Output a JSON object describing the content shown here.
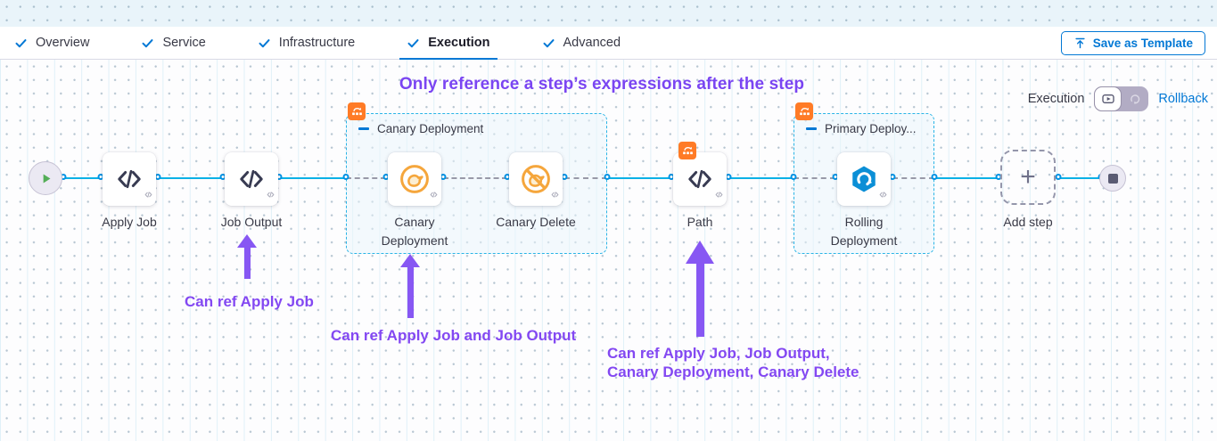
{
  "header": {
    "tabs": [
      {
        "label": "Overview"
      },
      {
        "label": "Service"
      },
      {
        "label": "Infrastructure"
      },
      {
        "label": "Execution",
        "active": true
      },
      {
        "label": "Advanced"
      }
    ],
    "save_as_template_label": "Save as Template"
  },
  "canvas": {
    "annotation_title": "Only reference a step’s expressions after the step",
    "mode": {
      "execution_label": "Execution",
      "rollback_label": "Rollback"
    },
    "groups": {
      "canary": {
        "label": "Canary Deployment"
      },
      "primary": {
        "label": "Primary Deploy..."
      }
    },
    "nodes": {
      "apply_job": {
        "label": "Apply Job",
        "icon": "code-icon"
      },
      "job_output": {
        "label": "Job Output",
        "icon": "code-icon"
      },
      "canary_deployment": {
        "label": "Canary Deployment",
        "icon": "canary-icon"
      },
      "canary_delete": {
        "label": "Canary Delete",
        "icon": "canary-delete-icon"
      },
      "path": {
        "label": "Path",
        "icon": "code-icon"
      },
      "rolling_deployment": {
        "label": "Rolling Deployment",
        "icon": "rolling-deployment-icon"
      },
      "add_step": {
        "label": "Add step",
        "icon": "plus-icon"
      }
    },
    "annotations": [
      {
        "text": "Can ref Apply Job"
      },
      {
        "text": "Can ref Apply Job and Job Output"
      },
      {
        "line1": "Can ref Apply Job, Job Output,",
        "line2": "Canary Deployment, Canary Delete"
      }
    ]
  },
  "colors": {
    "accent_blue": "#0278d5",
    "connector_cyan": "#0bb1e6",
    "annotation_purple": "#8348f2",
    "badge_orange": "#ff7b26",
    "canary_orange": "#f5a63c",
    "rolling_blue": "#0b8fd6",
    "start_green": "#53ae57"
  }
}
